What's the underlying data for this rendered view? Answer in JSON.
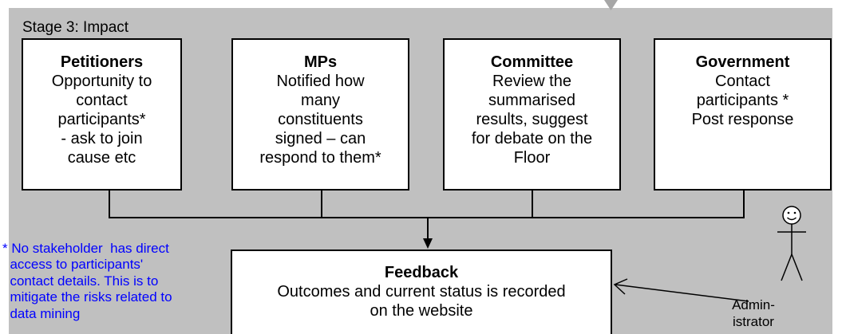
{
  "stage": {
    "label": "Stage 3: Impact"
  },
  "boxes": [
    {
      "title": "Petitioners",
      "text": "Opportunity to\ncontact\nparticipants*\n- ask to join\ncause etc"
    },
    {
      "title": "MPs",
      "text": "Notified how\nmany\nconstituents\nsigned – can\nrespond to them*"
    },
    {
      "title": "Committee",
      "text": "Review the\nsummarised\nresults, suggest\nfor debate on the\nFloor"
    },
    {
      "title": "Government",
      "text": "Contact\nparticipants *\nPost response"
    }
  ],
  "feedback": {
    "title": "Feedback",
    "text": "Outcomes and current status is recorded\non the website"
  },
  "note": {
    "text": "* No stakeholder  has direct\n  access to participants'\n  contact details. This is to\n  mitigate the risks related to\n  data mining",
    "color": "#0000ff"
  },
  "actor": {
    "label": "Admin-\nistrator",
    "icon": "stick-figure-icon"
  },
  "colors": {
    "stage_background": "#c0c0c0",
    "box_background": "#ffffff",
    "note_text": "#0000ff"
  }
}
